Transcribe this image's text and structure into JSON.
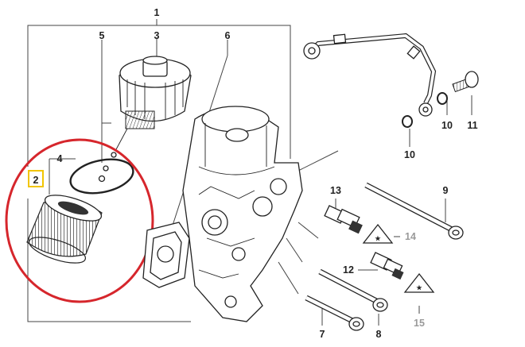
{
  "callouts": {
    "c1": "1",
    "c2": "2",
    "c3": "3",
    "c4": "4",
    "c5": "5",
    "c6": "6",
    "c7": "7",
    "c8": "8",
    "c9": "9",
    "c10a": "10",
    "c10b": "10",
    "c11": "11",
    "c12": "12",
    "c13": "13",
    "c14": "14",
    "c15": "15"
  },
  "symbols": {
    "tri14": "★",
    "tri15": "★"
  },
  "colors": {
    "highlight_circle": "#d6262c",
    "highlight_box": "#f2c500",
    "ink": "#222222",
    "grey_callout": "#9a9a9a"
  }
}
